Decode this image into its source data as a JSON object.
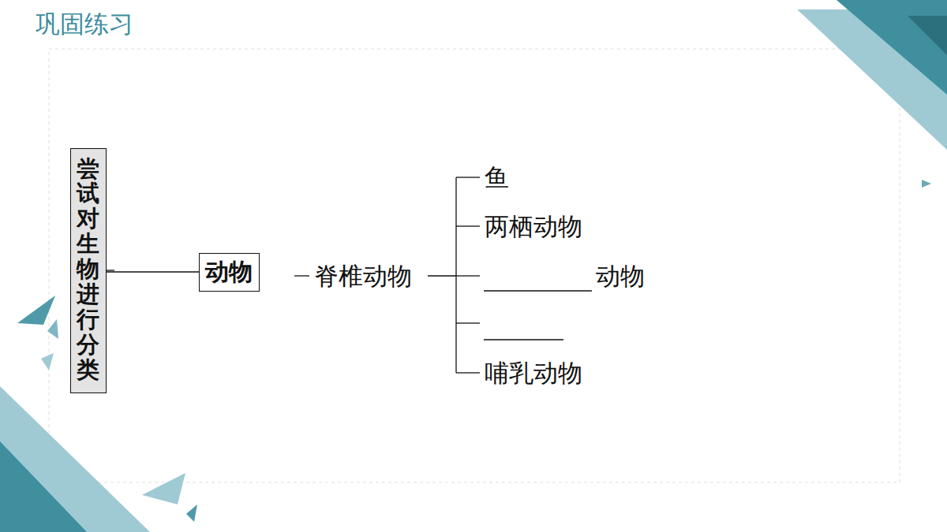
{
  "diagram": {
    "title": "巩固练习",
    "nodes": [
      {
        "text": [
          "尝试对生物进行分类"
        ]
      },
      {
        "text": [
          "动物"
        ]
      }
    ],
    "edges": [
      {
        "from": 0,
        "to": 1,
        "arrow": "none"
      }
    ],
    "labels": [
      "脊椎动物",
      "鱼",
      "两栖动物",
      "动物",
      "哺乳动物"
    ]
  }
}
